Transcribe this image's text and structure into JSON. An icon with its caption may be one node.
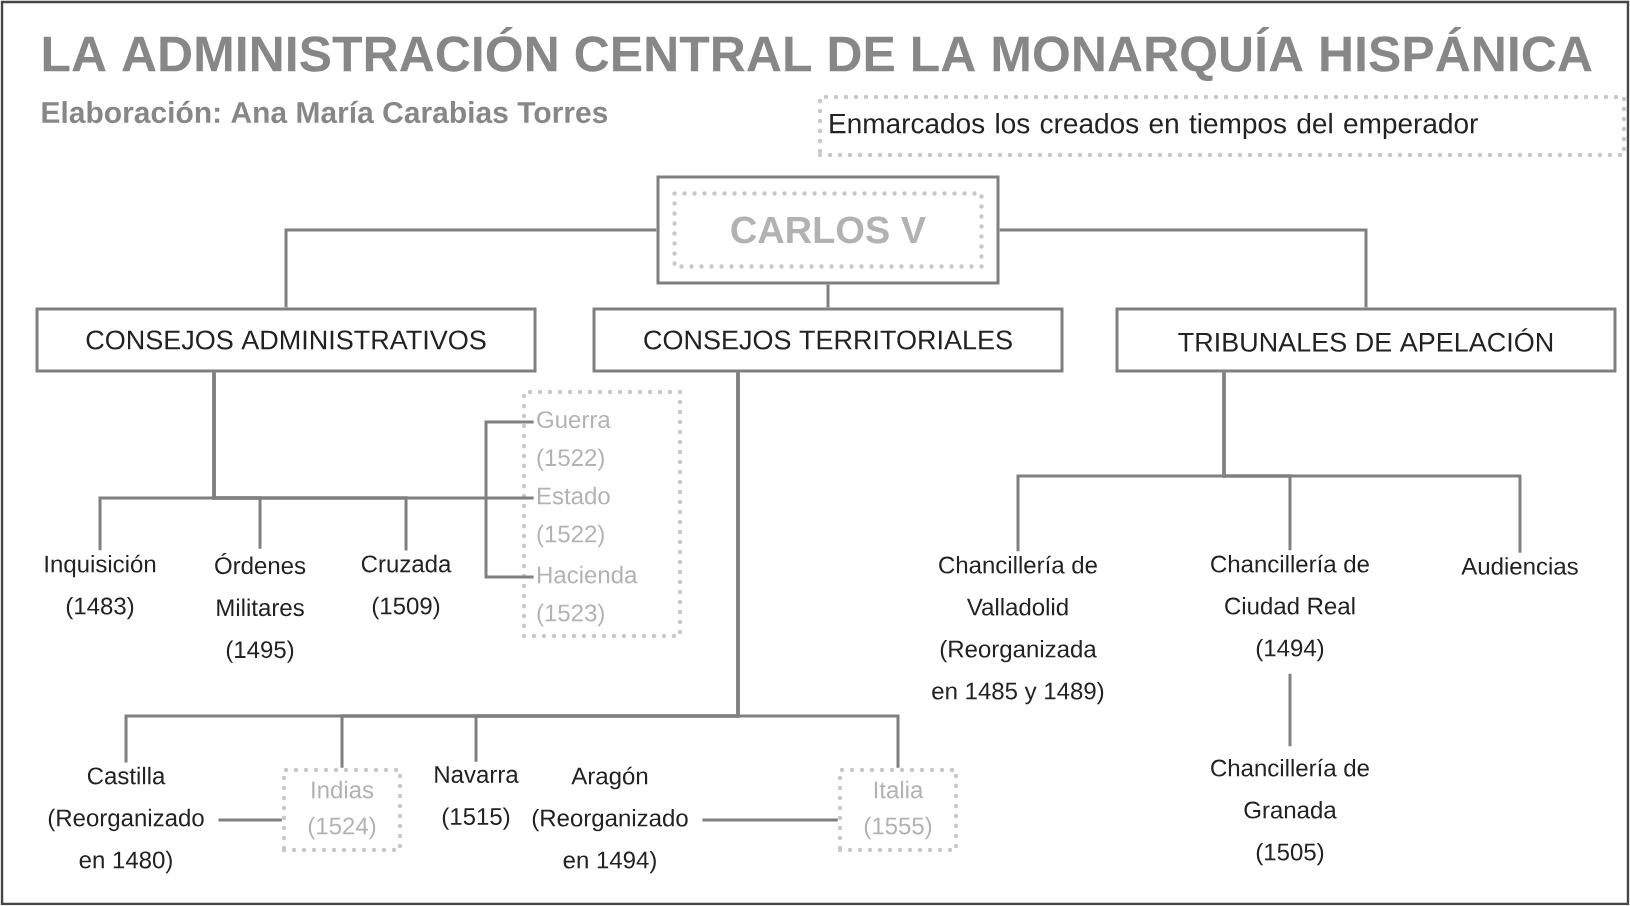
{
  "diagram": {
    "title": "LA ADMINISTRACIÓN CENTRAL DE LA MONARQUÍA HISPÁNICA",
    "nodes": [
      {
        "text": [
          "CARLOS V"
        ]
      },
      {
        "text": [
          "CONSEJOS ADMINISTRATIVOS"
        ]
      },
      {
        "text": [
          "CONSEJOS TERRITORIALES"
        ]
      },
      {
        "text": [
          "TRIBUNALES DE APELACIÓN"
        ]
      },
      {
        "text": [
          "Inquisición (1483)"
        ]
      },
      {
        "text": [
          "Órdenes Militares (1495)"
        ]
      },
      {
        "text": [
          "Cruzada (1509)"
        ]
      },
      {
        "text": [],
        "shape": "box"
      },
      {
        "text": [
          "Guerra (1522)"
        ],
        "in": 7
      },
      {
        "text": [
          "Estado (1522)"
        ],
        "in": 7
      },
      {
        "text": [
          "Hacienda (1523)"
        ],
        "in": 7
      },
      {
        "text": [
          "Castilla (Reorganizado en 1480)"
        ]
      },
      {
        "text": [
          "Indias (1524)"
        ]
      },
      {
        "text": [
          "Navarra (1515)"
        ]
      },
      {
        "text": [
          "Aragón (Reorganizado en 1494)"
        ]
      },
      {
        "text": [
          "Italia (1555)"
        ]
      },
      {
        "text": [
          "Chancillería de Valladolid (Reorganizada en 1485 y 1489)"
        ]
      },
      {
        "text": [
          "Chancillería de Ciudad Real (1494)"
        ]
      },
      {
        "text": [
          "Audiencias"
        ]
      },
      {
        "text": [
          "Chancillería de Granada (1505)"
        ]
      }
    ],
    "edges": [
      {
        "from": 0,
        "to": 1,
        "arrow": "none"
      },
      {
        "from": 0,
        "to": 2,
        "arrow": "none"
      },
      {
        "from": 0,
        "to": 3,
        "arrow": "none"
      },
      {
        "from": 1,
        "to": 4,
        "arrow": "none"
      },
      {
        "from": 1,
        "to": 5,
        "arrow": "none"
      },
      {
        "from": 1,
        "to": 6,
        "arrow": "none"
      },
      {
        "from": 1,
        "to": 8,
        "arrow": "none"
      },
      {
        "from": 1,
        "to": 9,
        "arrow": "none"
      },
      {
        "from": 1,
        "to": 10,
        "arrow": "none"
      },
      {
        "from": 2,
        "to": 11,
        "arrow": "none"
      },
      {
        "from": 2,
        "to": 12,
        "arrow": "none"
      },
      {
        "from": 2,
        "to": 13,
        "arrow": "none"
      },
      {
        "from": 2,
        "to": 15,
        "arrow": "none"
      },
      {
        "from": 11,
        "to": 12,
        "arrow": "none"
      },
      {
        "from": 14,
        "to": 15,
        "arrow": "none"
      },
      {
        "from": 3,
        "to": 16,
        "arrow": "none"
      },
      {
        "from": 3,
        "to": 17,
        "arrow": "none"
      },
      {
        "from": 3,
        "to": 18,
        "arrow": "none"
      },
      {
        "from": 17,
        "to": 19,
        "arrow": "none"
      }
    ],
    "labels": [
      "Elaboración: Ana María Carabias Torres"
    ],
    "legend": [
      {
        "text": "Enmarcados los creados en tiempos del emperador"
      }
    ]
  }
}
